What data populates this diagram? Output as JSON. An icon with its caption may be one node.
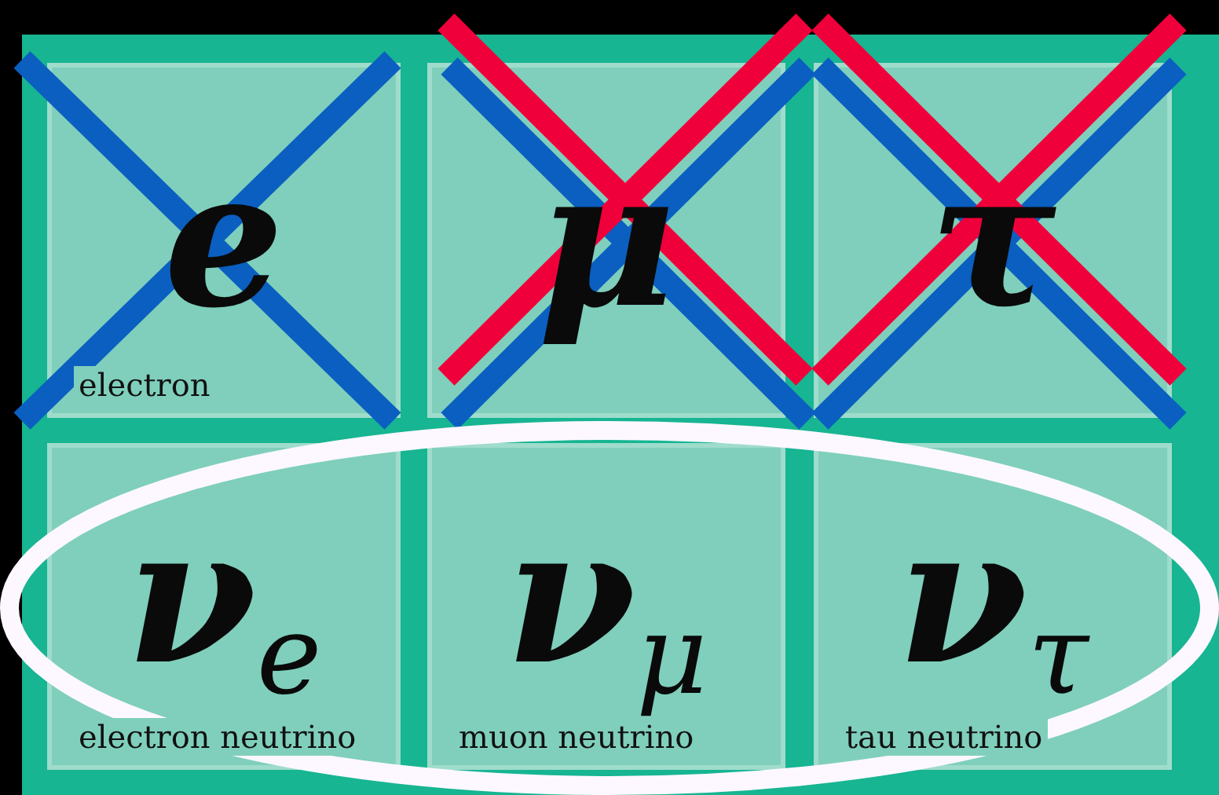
{
  "diagram": {
    "nodes": [
      {
        "text": [
          "e",
          "electron"
        ]
      },
      {
        "text": [
          "μ"
        ]
      },
      {
        "text": [
          "τ"
        ]
      },
      {
        "text": [
          "ν$_{e}$",
          "electron neutrino"
        ]
      },
      {
        "text": [
          "ν$_{μ}$",
          "muon neutrino"
        ]
      },
      {
        "text": [
          "ν$_{τ}$",
          "tau neutrino"
        ]
      }
    ]
  }
}
